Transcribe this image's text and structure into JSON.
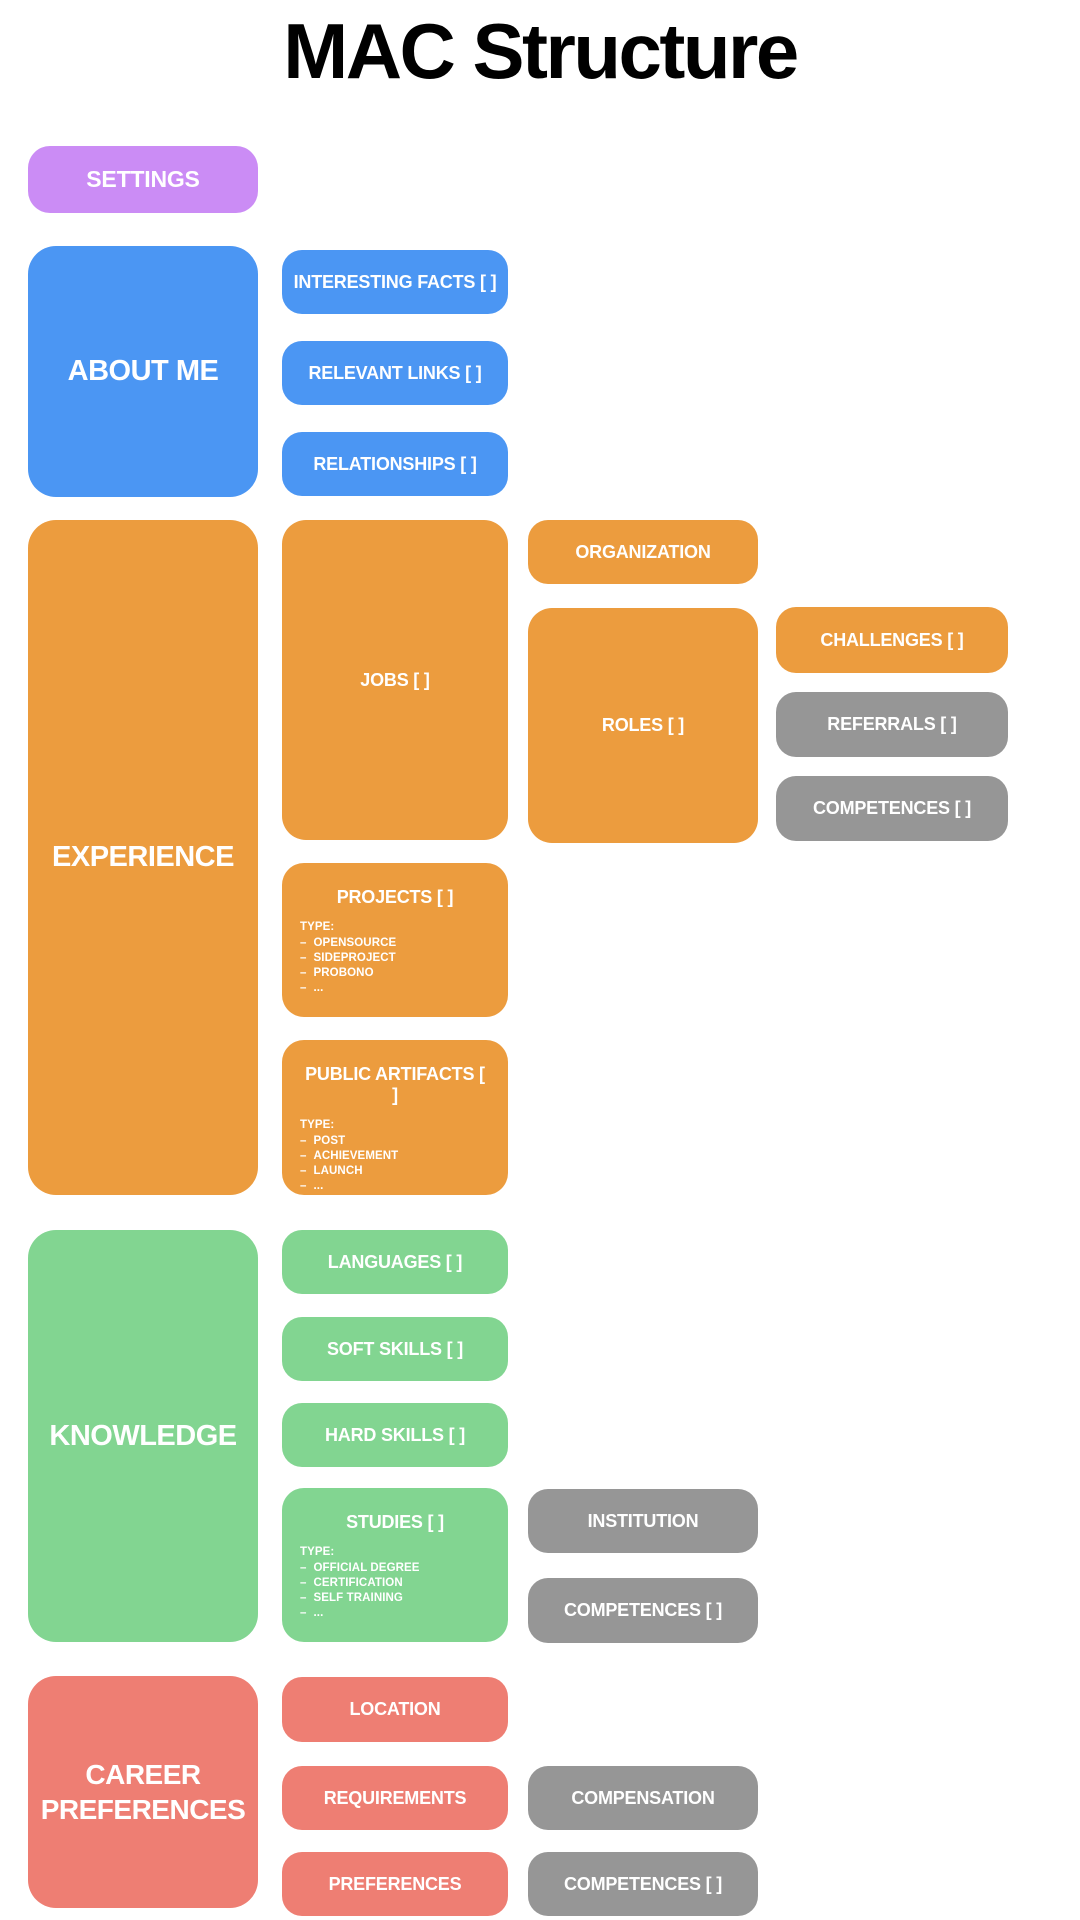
{
  "page": {
    "title": "MAC Structure"
  },
  "ui": {
    "bullet": "–"
  },
  "colors": {
    "purple": "#cb8cf5",
    "blue": "#4b96f3",
    "orange": "#ec9c3e",
    "green": "#82d591",
    "red": "#ee7e73",
    "gray": "#969696",
    "title_text": "#000000",
    "box_text": "#ffffff",
    "background": "#ffffff"
  },
  "settings": {
    "label": "SETTINGS"
  },
  "about_me": {
    "label": "ABOUT ME",
    "interesting_facts": "INTERESTING FACTS [ ]",
    "relevant_links": "RELEVANT LINKS [ ]",
    "relationships": "RELATIONSHIPS [ ]"
  },
  "experience": {
    "label": "EXPERIENCE",
    "jobs": "JOBS [ ]",
    "organization": "ORGANIZATION",
    "roles": "ROLES [ ]",
    "challenges": "CHALLENGES [ ]",
    "referrals": "REFERRALS [ ]",
    "competences": "COMPETENCES [ ]",
    "projects": {
      "label": "PROJECTS [ ]",
      "type_heading": "TYPE:",
      "types": [
        "OPENSOURCE",
        "SIDEPROJECT",
        "PROBONO",
        "..."
      ]
    },
    "public_artifacts": {
      "label": "PUBLIC ARTIFACTS [ ]",
      "type_heading": "TYPE:",
      "types": [
        "POST",
        "ACHIEVEMENT",
        "LAUNCH",
        "..."
      ]
    }
  },
  "knowledge": {
    "label": "KNOWLEDGE",
    "languages": "LANGUAGES [ ]",
    "soft_skills": "SOFT SKILLS [ ]",
    "hard_skills": "HARD SKILLS [ ]",
    "studies": {
      "label": "STUDIES [ ]",
      "type_heading": "TYPE:",
      "types": [
        "OFFICIAL DEGREE",
        "CERTIFICATION",
        "SELF TRAINING",
        "..."
      ]
    },
    "institution": "INSTITUTION",
    "competences": "COMPETENCES [ ]"
  },
  "career_preferences": {
    "label": "CAREER PREFERENCES",
    "location": "LOCATION",
    "requirements": "REQUIREMENTS",
    "preferences": "PREFERENCES",
    "compensation": "COMPENSATION",
    "competences": "COMPETENCES [ ]"
  }
}
